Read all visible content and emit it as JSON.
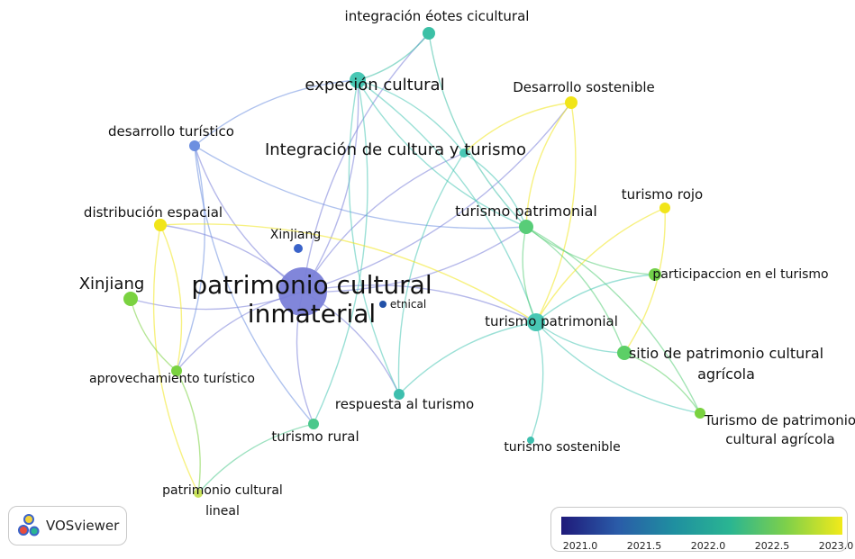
{
  "nodes": [
    {
      "id": "n0",
      "lines": [
        "patrimonio cultural",
        "inmaterial"
      ],
      "color": "#7a80d8"
    },
    {
      "id": "n1",
      "lines": [
        "integración éotes cicultural"
      ],
      "color": "#3cc0a6"
    },
    {
      "id": "n2",
      "lines": [
        "expeción cultural"
      ],
      "color": "#48c7b4"
    },
    {
      "id": "n3",
      "lines": [
        "Desarrollo sostenible"
      ],
      "color": "#f1e519"
    },
    {
      "id": "n4",
      "lines": [
        "desarrollo turístico"
      ],
      "color": "#6d8fe0"
    },
    {
      "id": "n5",
      "lines": [
        "Integración de cultura y turismo"
      ],
      "color": "#48c7b4"
    },
    {
      "id": "n6",
      "lines": [
        "distribución espacial"
      ],
      "color": "#f1e519"
    },
    {
      "id": "n7",
      "lines": [
        "turismo patrimonial"
      ],
      "color": "#58cd78"
    },
    {
      "id": "n8",
      "lines": [
        "turismo rojo"
      ],
      "color": "#f1e519"
    },
    {
      "id": "n9",
      "lines": [
        "Xinjiang"
      ],
      "color": "#3a63c9"
    },
    {
      "id": "n10",
      "lines": [
        "Xinjiang"
      ],
      "color": "#7ad240"
    },
    {
      "id": "n11",
      "lines": [
        "participaccion en el turismo"
      ],
      "color": "#72d04a"
    },
    {
      "id": "n12",
      "lines": [
        "etnical"
      ],
      "color": "#2251a8"
    },
    {
      "id": "n13",
      "lines": [
        "turismo patrimonial"
      ],
      "color": "#48c7b4"
    },
    {
      "id": "n14",
      "lines": [
        "sitio de patrimonio cultural",
        "agrícola"
      ],
      "color": "#5ccf66"
    },
    {
      "id": "n15",
      "lines": [
        "aprovechamiento turístico"
      ],
      "color": "#7ad240"
    },
    {
      "id": "n16",
      "lines": [
        "respuesta al turismo"
      ],
      "color": "#3ebfae"
    },
    {
      "id": "n17",
      "lines": [
        "Turismo de patrimonio",
        "cultural agrícola"
      ],
      "color": "#7ad240"
    },
    {
      "id": "n18",
      "lines": [
        "turismo rural"
      ],
      "color": "#4cc88c"
    },
    {
      "id": "n19",
      "lines": [
        "turismo sostenible"
      ],
      "color": "#3ebfae"
    },
    {
      "id": "n20",
      "lines": [
        "patrimonio cultural",
        "lineal"
      ],
      "color": "#c8e25a"
    }
  ],
  "edges": [
    [
      "n0",
      "n1"
    ],
    [
      "n0",
      "n2"
    ],
    [
      "n0",
      "n5"
    ],
    [
      "n0",
      "n7"
    ],
    [
      "n0",
      "n13"
    ],
    [
      "n0",
      "n6"
    ],
    [
      "n0",
      "n10"
    ],
    [
      "n0",
      "n15"
    ],
    [
      "n0",
      "n16"
    ],
    [
      "n0",
      "n18"
    ],
    [
      "n0",
      "n4"
    ],
    [
      "n0",
      "n3"
    ],
    [
      "n4",
      "n2"
    ],
    [
      "n4",
      "n7"
    ],
    [
      "n4",
      "n15"
    ],
    [
      "n4",
      "n18"
    ],
    [
      "n1",
      "n2"
    ],
    [
      "n1",
      "n7"
    ],
    [
      "n2",
      "n5"
    ],
    [
      "n2",
      "n7"
    ],
    [
      "n2",
      "n13"
    ],
    [
      "n2",
      "n16"
    ],
    [
      "n2",
      "n18"
    ],
    [
      "n3",
      "n7"
    ],
    [
      "n3",
      "n13"
    ],
    [
      "n3",
      "n5"
    ],
    [
      "n5",
      "n7"
    ],
    [
      "n5",
      "n16"
    ],
    [
      "n6",
      "n15"
    ],
    [
      "n6",
      "n20"
    ],
    [
      "n6",
      "n13"
    ],
    [
      "n7",
      "n13"
    ],
    [
      "n7",
      "n14"
    ],
    [
      "n7",
      "n11"
    ],
    [
      "n7",
      "n17"
    ],
    [
      "n8",
      "n13"
    ],
    [
      "n8",
      "n14"
    ],
    [
      "n13",
      "n14"
    ],
    [
      "n13",
      "n11"
    ],
    [
      "n13",
      "n17"
    ],
    [
      "n13",
      "n19"
    ],
    [
      "n13",
      "n16"
    ],
    [
      "n14",
      "n17"
    ],
    [
      "n10",
      "n15"
    ],
    [
      "n15",
      "n20"
    ],
    [
      "n18",
      "n20"
    ]
  ],
  "branding": {
    "logo_text": "VOSviewer"
  },
  "legend": {
    "ticks": [
      "2021.0",
      "2021.5",
      "2022.0",
      "2022.5",
      "2023.0"
    ],
    "colors": [
      "#1f1a7a",
      "#2a5ba8",
      "#1f8fa0",
      "#2ab592",
      "#7ed04a",
      "#f2ea1a"
    ]
  }
}
